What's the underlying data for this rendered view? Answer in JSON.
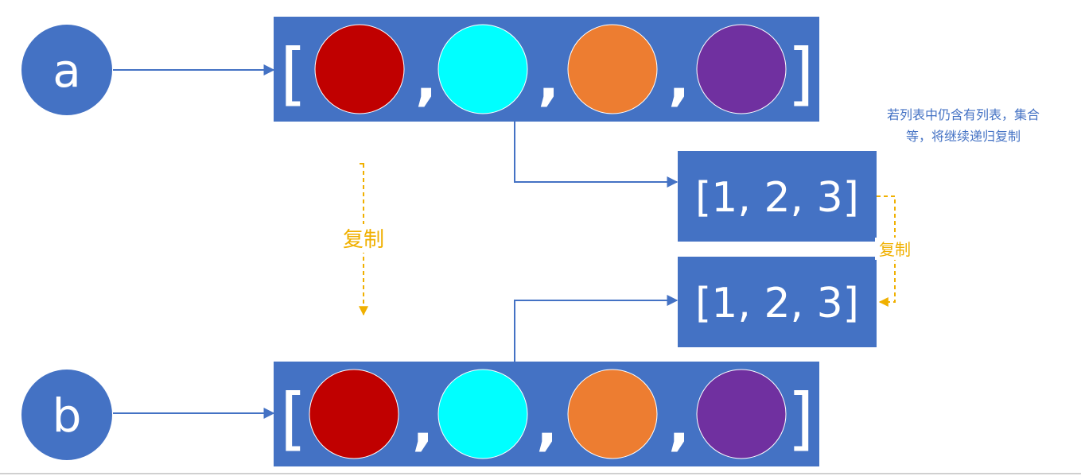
{
  "colors": {
    "blue": "#4472c4",
    "connector": "#4472c4",
    "copy": "#f0b000",
    "white": "#ffffff"
  },
  "variables": {
    "a": "a",
    "b": "b"
  },
  "outer_list": {
    "open_bracket": "[",
    "close_bracket": "]",
    "separator": ",",
    "items": [
      {
        "color": "#c00000",
        "name": "dark-red"
      },
      {
        "color": "#00ffff",
        "name": "cyan"
      },
      {
        "color": "#ed7d31",
        "name": "orange"
      },
      {
        "color": "#7030a0",
        "name": "purple"
      }
    ]
  },
  "inner_list": {
    "top": "[1, 2, 3]",
    "bottom": "[1, 2, 3]"
  },
  "labels": {
    "copy_main": "复制",
    "copy_inner": "复制",
    "note_line1": "若列表中仍含有列表，集合",
    "note_line2": "等，将继续递归复制"
  }
}
